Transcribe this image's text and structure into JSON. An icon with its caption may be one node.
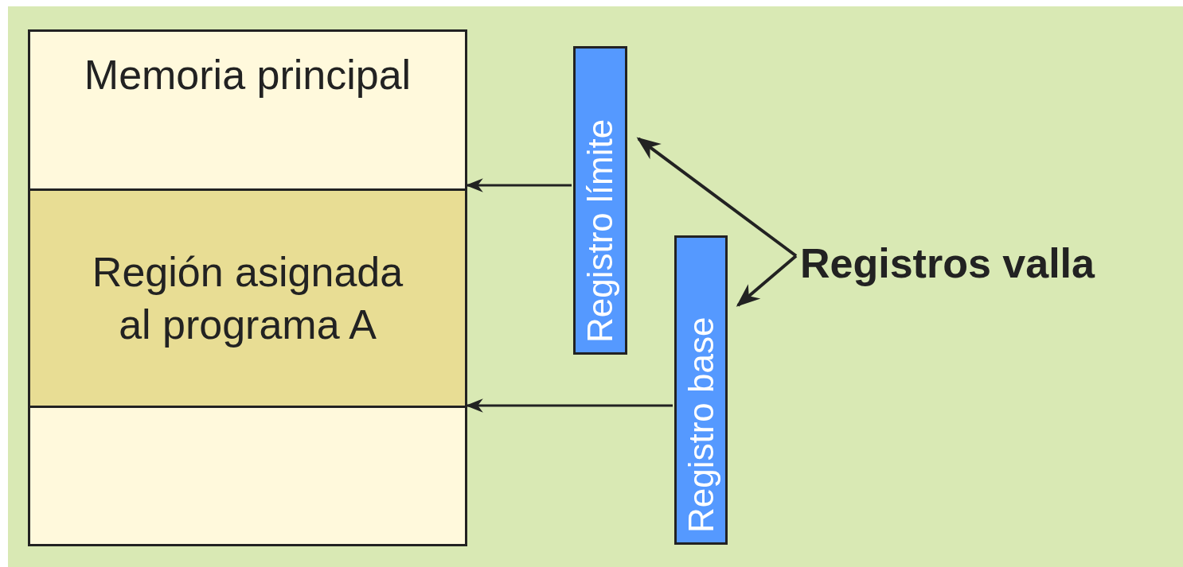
{
  "diagram": {
    "nodes": [
      {
        "text": [
          "Memoria principal"
        ]
      },
      {
        "text": [
          "Región asignada al programa A"
        ],
        "in": 0
      },
      {
        "text": [
          "Registro límite"
        ]
      },
      {
        "text": [
          "Registro base"
        ]
      },
      {
        "text": [
          "Registros valla"
        ]
      }
    ],
    "edges": [
      {
        "from": 2,
        "to": 1,
        "arrow": "to"
      },
      {
        "from": 3,
        "to": 1,
        "arrow": "to"
      },
      {
        "from": 4,
        "to": 2,
        "arrow": "to"
      },
      {
        "from": 4,
        "to": 3,
        "arrow": "to"
      }
    ]
  }
}
